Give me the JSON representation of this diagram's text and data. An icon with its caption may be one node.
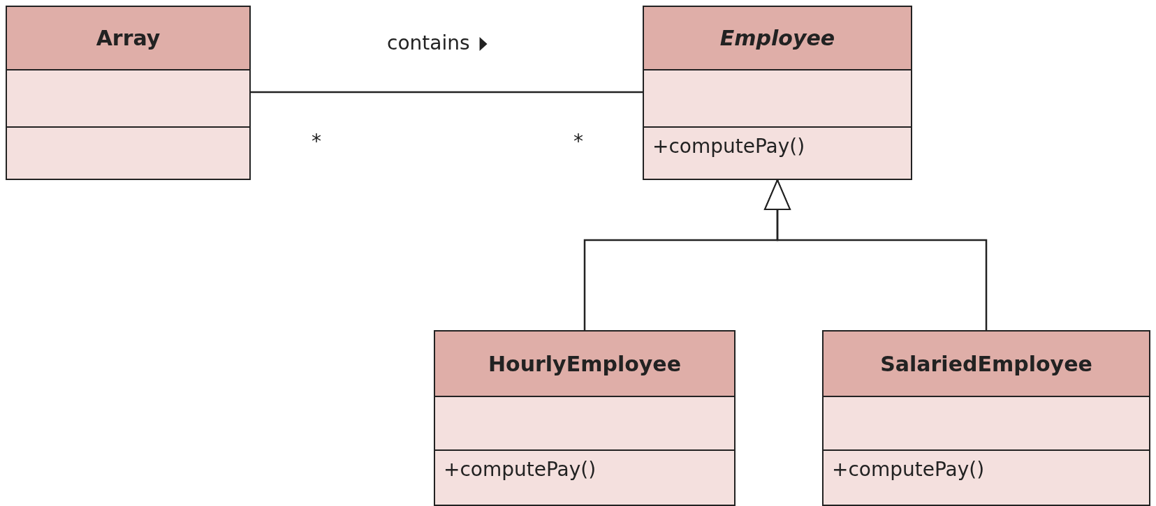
{
  "diagram": {
    "nodes": [
      {
        "text": [
          "Array"
        ]
      },
      {
        "text": [
          "Employee",
          "+computePay()"
        ]
      },
      {
        "text": [
          "HourlyEmployee",
          "+computePay()"
        ]
      },
      {
        "text": [
          "SalariedEmployee",
          "+computePay()"
        ]
      }
    ],
    "edges": [
      {
        "from": 0,
        "to": 1,
        "arrow": "none",
        "label": "contains"
      },
      {
        "from": 2,
        "to": 1,
        "arrow": "to"
      },
      {
        "from": 3,
        "to": 1,
        "arrow": "to"
      }
    ],
    "labels": [
      "*",
      "*"
    ]
  }
}
